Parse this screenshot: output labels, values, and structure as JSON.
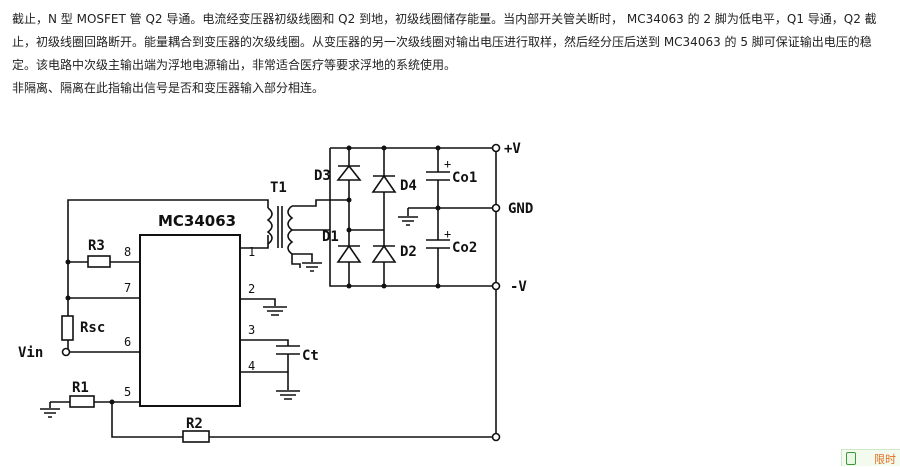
{
  "article": {
    "paragraph1": "截止，N 型 MOSFET 管 Q2 导通。电流经变压器初级线圈和 Q2 到地，初级线圈储存能量。当内部开关管关断时， MC34063 的 2 脚为低电平，Q1 导通，Q2 截止，初级线圈回路断开。能量耦合到变压器的次级线圈。从变压器的另一次级线圈对输出电压进行取样，然后经分压后送到  MC34063 的 5 脚可保证输出电压的稳定。该电路中次级主输出端为浮地电源输出，非常适合医疗等要求浮地的系统使用。",
    "paragraph2": "非隔离、隔离在此指输出信号是否和变压器输入部分相连。"
  },
  "circuit": {
    "ic_name": "MC34063",
    "pins": [
      "1",
      "2",
      "3",
      "4",
      "5",
      "6",
      "7",
      "8"
    ],
    "transformer": "T1",
    "resistors": [
      "R3",
      "Rsc",
      "R1",
      "R2"
    ],
    "diodes": [
      "D3",
      "D4",
      "D1",
      "D2"
    ],
    "capacitors": [
      "Co1",
      "Co2",
      "Ct"
    ],
    "cap_polarity": "+",
    "terminals": {
      "vin": "Vin",
      "vpos": "+V",
      "gnd": "GND",
      "vneg": "-V"
    }
  },
  "corner_widget": {
    "text": "限时"
  }
}
